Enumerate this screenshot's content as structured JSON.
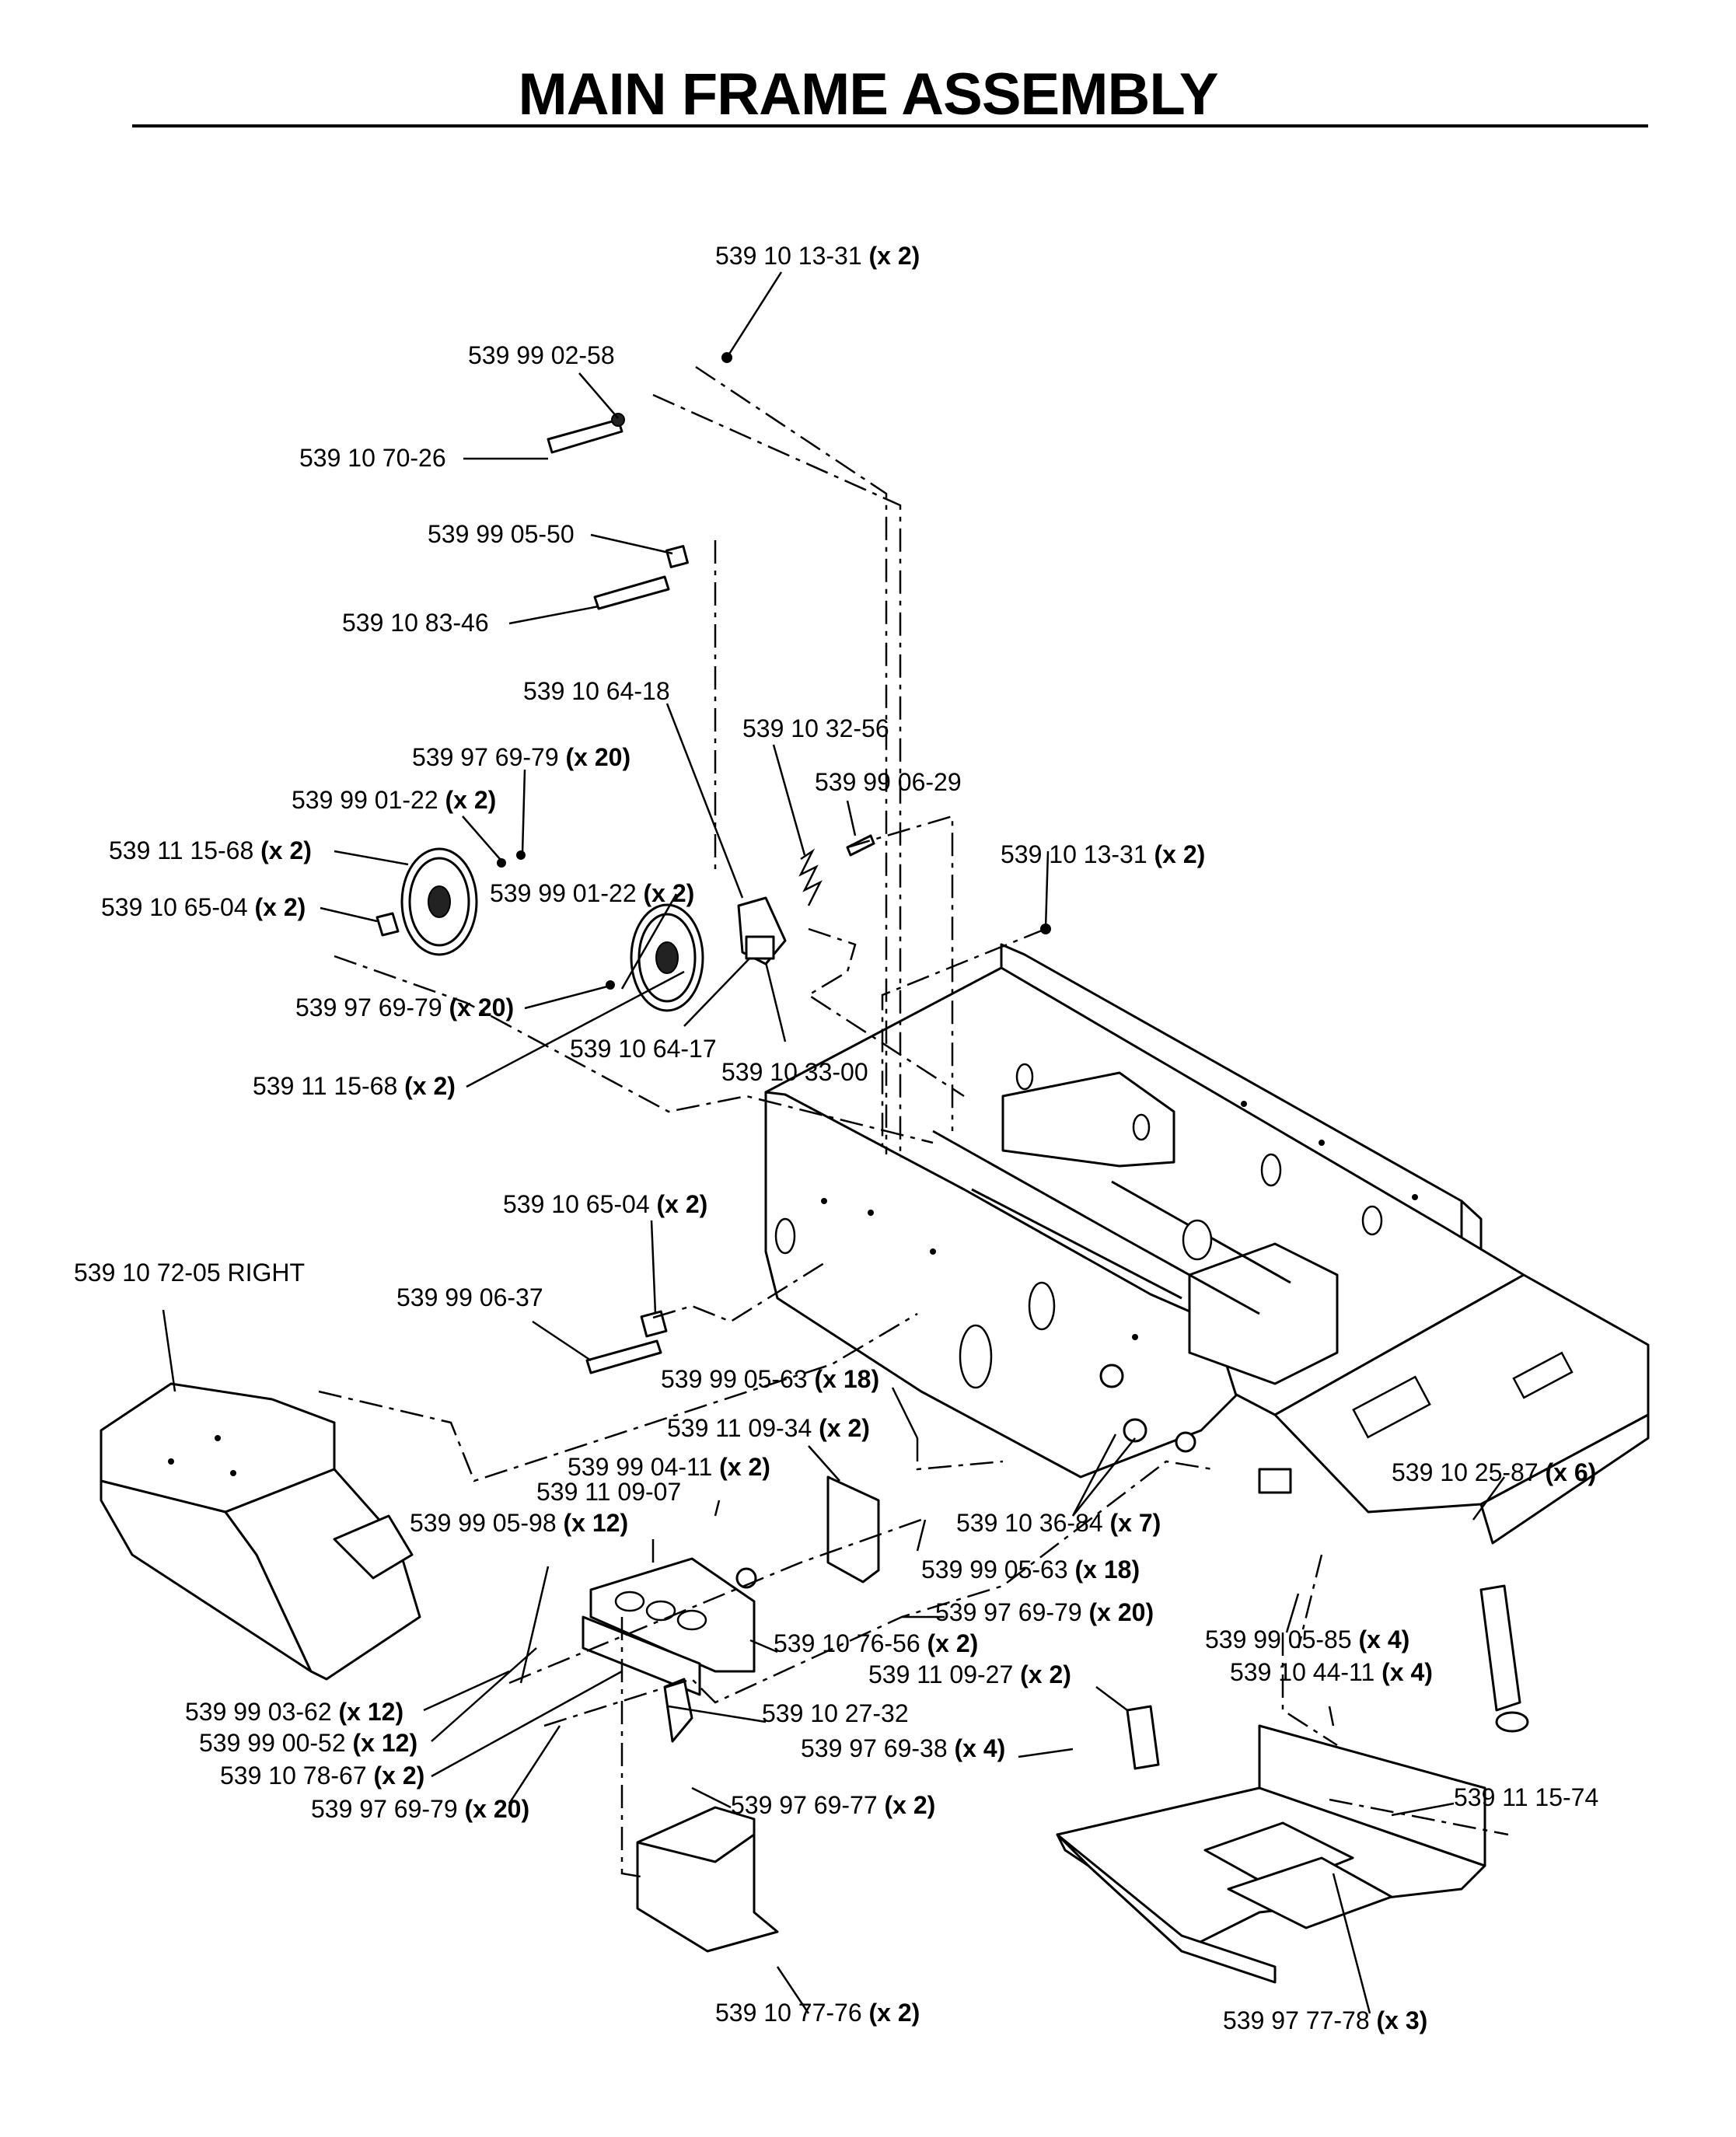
{
  "title": "MAIN FRAME ASSEMBLY",
  "callouts": [
    {
      "part": "539 10 13-31",
      "qty": "(x 2)"
    },
    {
      "part": "539 99 02-58",
      "qty": ""
    },
    {
      "part": "539 10 70-26",
      "qty": ""
    },
    {
      "part": "539 99 05-50",
      "qty": ""
    },
    {
      "part": "539 10 83-46",
      "qty": ""
    },
    {
      "part": "539 10 64-18",
      "qty": ""
    },
    {
      "part": "539 10 32-56",
      "qty": ""
    },
    {
      "part": "539 97 69-79",
      "qty": "(x 20)"
    },
    {
      "part": "539 99 06-29",
      "qty": ""
    },
    {
      "part": "539 99 01-22",
      "qty": "(x 2)"
    },
    {
      "part": "539 11 15-68",
      "qty": "(x 2)"
    },
    {
      "part": "539 10 13-31",
      "qty": "(x 2)"
    },
    {
      "part": "539 99 01-22",
      "qty": "(x 2)"
    },
    {
      "part": "539 10 65-04",
      "qty": "(x 2)"
    },
    {
      "part": "539 97 69-79",
      "qty": "(x 20)"
    },
    {
      "part": "539 10 64-17",
      "qty": ""
    },
    {
      "part": "539 10 33-00",
      "qty": ""
    },
    {
      "part": "539 11 15-68",
      "qty": "(x 2)"
    },
    {
      "part": "539 10 65-04",
      "qty": "(x 2)"
    },
    {
      "part": "539 10 72-05 RIGHT",
      "qty": ""
    },
    {
      "part": "539 99 06-37",
      "qty": ""
    },
    {
      "part": "539 99 05-63",
      "qty": "(x 18)"
    },
    {
      "part": "539 11 09-34",
      "qty": "(x 2)"
    },
    {
      "part": "539 99 04-11",
      "qty": "(x 2)"
    },
    {
      "part": "539 11 09-07",
      "qty": ""
    },
    {
      "part": "539 10 25-87",
      "qty": "(x 6)"
    },
    {
      "part": "539 99 05-98",
      "qty": "(x 12)"
    },
    {
      "part": "539 10 36-84",
      "qty": "(x 7)"
    },
    {
      "part": "539 99 05-63",
      "qty": "(x 18)"
    },
    {
      "part": "539 97 69-79",
      "qty": "(x 20)"
    },
    {
      "part": "539 99 05-85",
      "qty": "(x 4)"
    },
    {
      "part": "539 10 76-56",
      "qty": "(x 2)"
    },
    {
      "part": "539 10 44-11",
      "qty": "(x 4)"
    },
    {
      "part": "539 11 09-27",
      "qty": "(x 2)"
    },
    {
      "part": "539 99 03-62",
      "qty": "(x 12)"
    },
    {
      "part": "539 10 27-32",
      "qty": ""
    },
    {
      "part": "539 99 00-52",
      "qty": "(x 12)"
    },
    {
      "part": "539 97 69-38",
      "qty": "(x 4)"
    },
    {
      "part": "539 10 78-67",
      "qty": "(x 2)"
    },
    {
      "part": "539 11 15-74",
      "qty": ""
    },
    {
      "part": "539 97 69-79",
      "qty": "(x 20)"
    },
    {
      "part": "539 97 69-77",
      "qty": "(x 2)"
    },
    {
      "part": "539 10 77-76",
      "qty": "(x 2)"
    },
    {
      "part": "539 97 77-78",
      "qty": "(x 3)"
    }
  ]
}
